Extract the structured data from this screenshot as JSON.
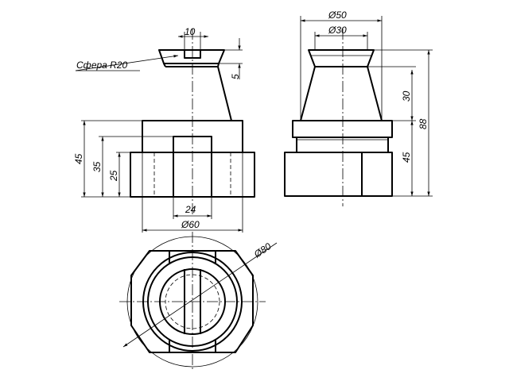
{
  "labels": {
    "dim_10": "10",
    "sphere_r20": "Сфера R20",
    "dim_5": "5",
    "dim_45_front": "45",
    "dim_35": "35",
    "dim_25": "25",
    "dim_24": "24",
    "dim_d60": "Ø60",
    "dim_d50": "Ø50",
    "dim_d30": "Ø30",
    "dim_30": "30",
    "dim_88": "88",
    "dim_45_side": "45",
    "dim_d80": "Ø80"
  }
}
